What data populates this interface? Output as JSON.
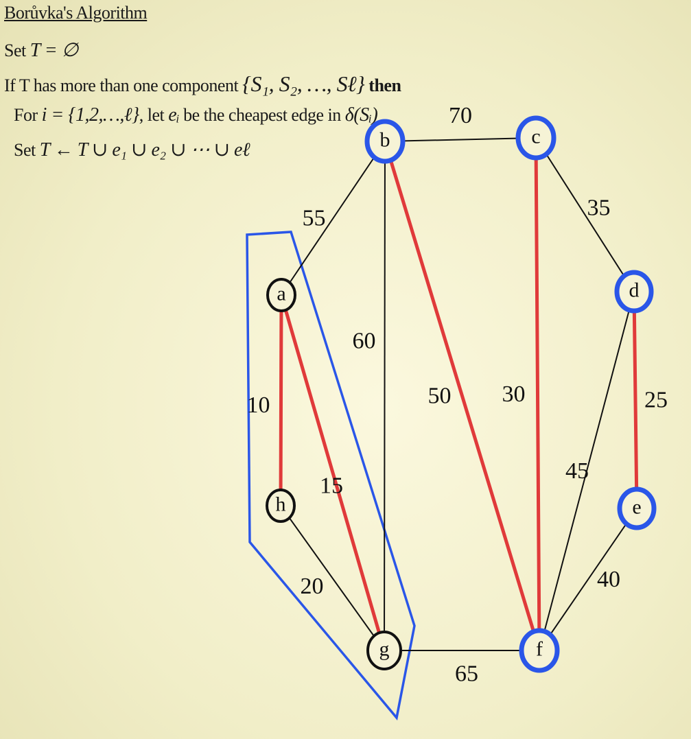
{
  "algorithm": {
    "title": "Borůvka's Algorithm",
    "line1_prefix": "Set",
    "line1_math": "T = ∅",
    "line2_prefix": "If T has more than one component",
    "line2_math": "{S₁, S₂, …, Sℓ}",
    "line2_suffix": "then",
    "line3_prefix": "For",
    "line3_math_i": "i = {1,2,…,ℓ}",
    "line3_mid": ", let",
    "line3_math_e": "eᵢ",
    "line3_mid2": "be the cheapest edge in",
    "line3_math_delta": "δ(Sᵢ)",
    "line4_prefix": "Set",
    "line4_math": "T ← T ∪ e₁ ∪ e₂ ∪ ⋯ ∪ eℓ"
  },
  "graph": {
    "nodes": [
      {
        "id": "b",
        "label": "b",
        "style": "blue"
      },
      {
        "id": "c",
        "label": "c",
        "style": "blue"
      },
      {
        "id": "d",
        "label": "d",
        "style": "blue"
      },
      {
        "id": "e",
        "label": "e",
        "style": "blue"
      },
      {
        "id": "f",
        "label": "f",
        "style": "blue"
      },
      {
        "id": "a",
        "label": "a",
        "style": "black"
      },
      {
        "id": "h",
        "label": "h",
        "style": "black"
      },
      {
        "id": "g",
        "label": "g",
        "style": "black"
      }
    ],
    "edges": [
      {
        "from": "b",
        "to": "c",
        "weight": "70",
        "selected": false
      },
      {
        "from": "c",
        "to": "d",
        "weight": "35",
        "selected": false
      },
      {
        "from": "d",
        "to": "e",
        "weight": "25",
        "selected": true
      },
      {
        "from": "e",
        "to": "f",
        "weight": "40",
        "selected": false
      },
      {
        "from": "f",
        "to": "g",
        "weight": "65",
        "selected": false
      },
      {
        "from": "g",
        "to": "h",
        "weight": "20",
        "selected": false
      },
      {
        "from": "h",
        "to": "a",
        "weight": "10",
        "selected": true
      },
      {
        "from": "a",
        "to": "b",
        "weight": "55",
        "selected": false
      },
      {
        "from": "a",
        "to": "g",
        "weight": "15",
        "selected": true
      },
      {
        "from": "b",
        "to": "g",
        "weight": "60",
        "selected": false
      },
      {
        "from": "b",
        "to": "f",
        "weight": "50",
        "selected": true
      },
      {
        "from": "c",
        "to": "f",
        "weight": "30",
        "selected": true
      },
      {
        "from": "d",
        "to": "f",
        "weight": "45",
        "selected": false
      }
    ],
    "colors": {
      "selected_edge": "#e03a3a",
      "component_outline": "#2a56e8",
      "blue_node": "#2a56e8",
      "black_node": "#111111",
      "background": "#f3f0cc"
    }
  }
}
